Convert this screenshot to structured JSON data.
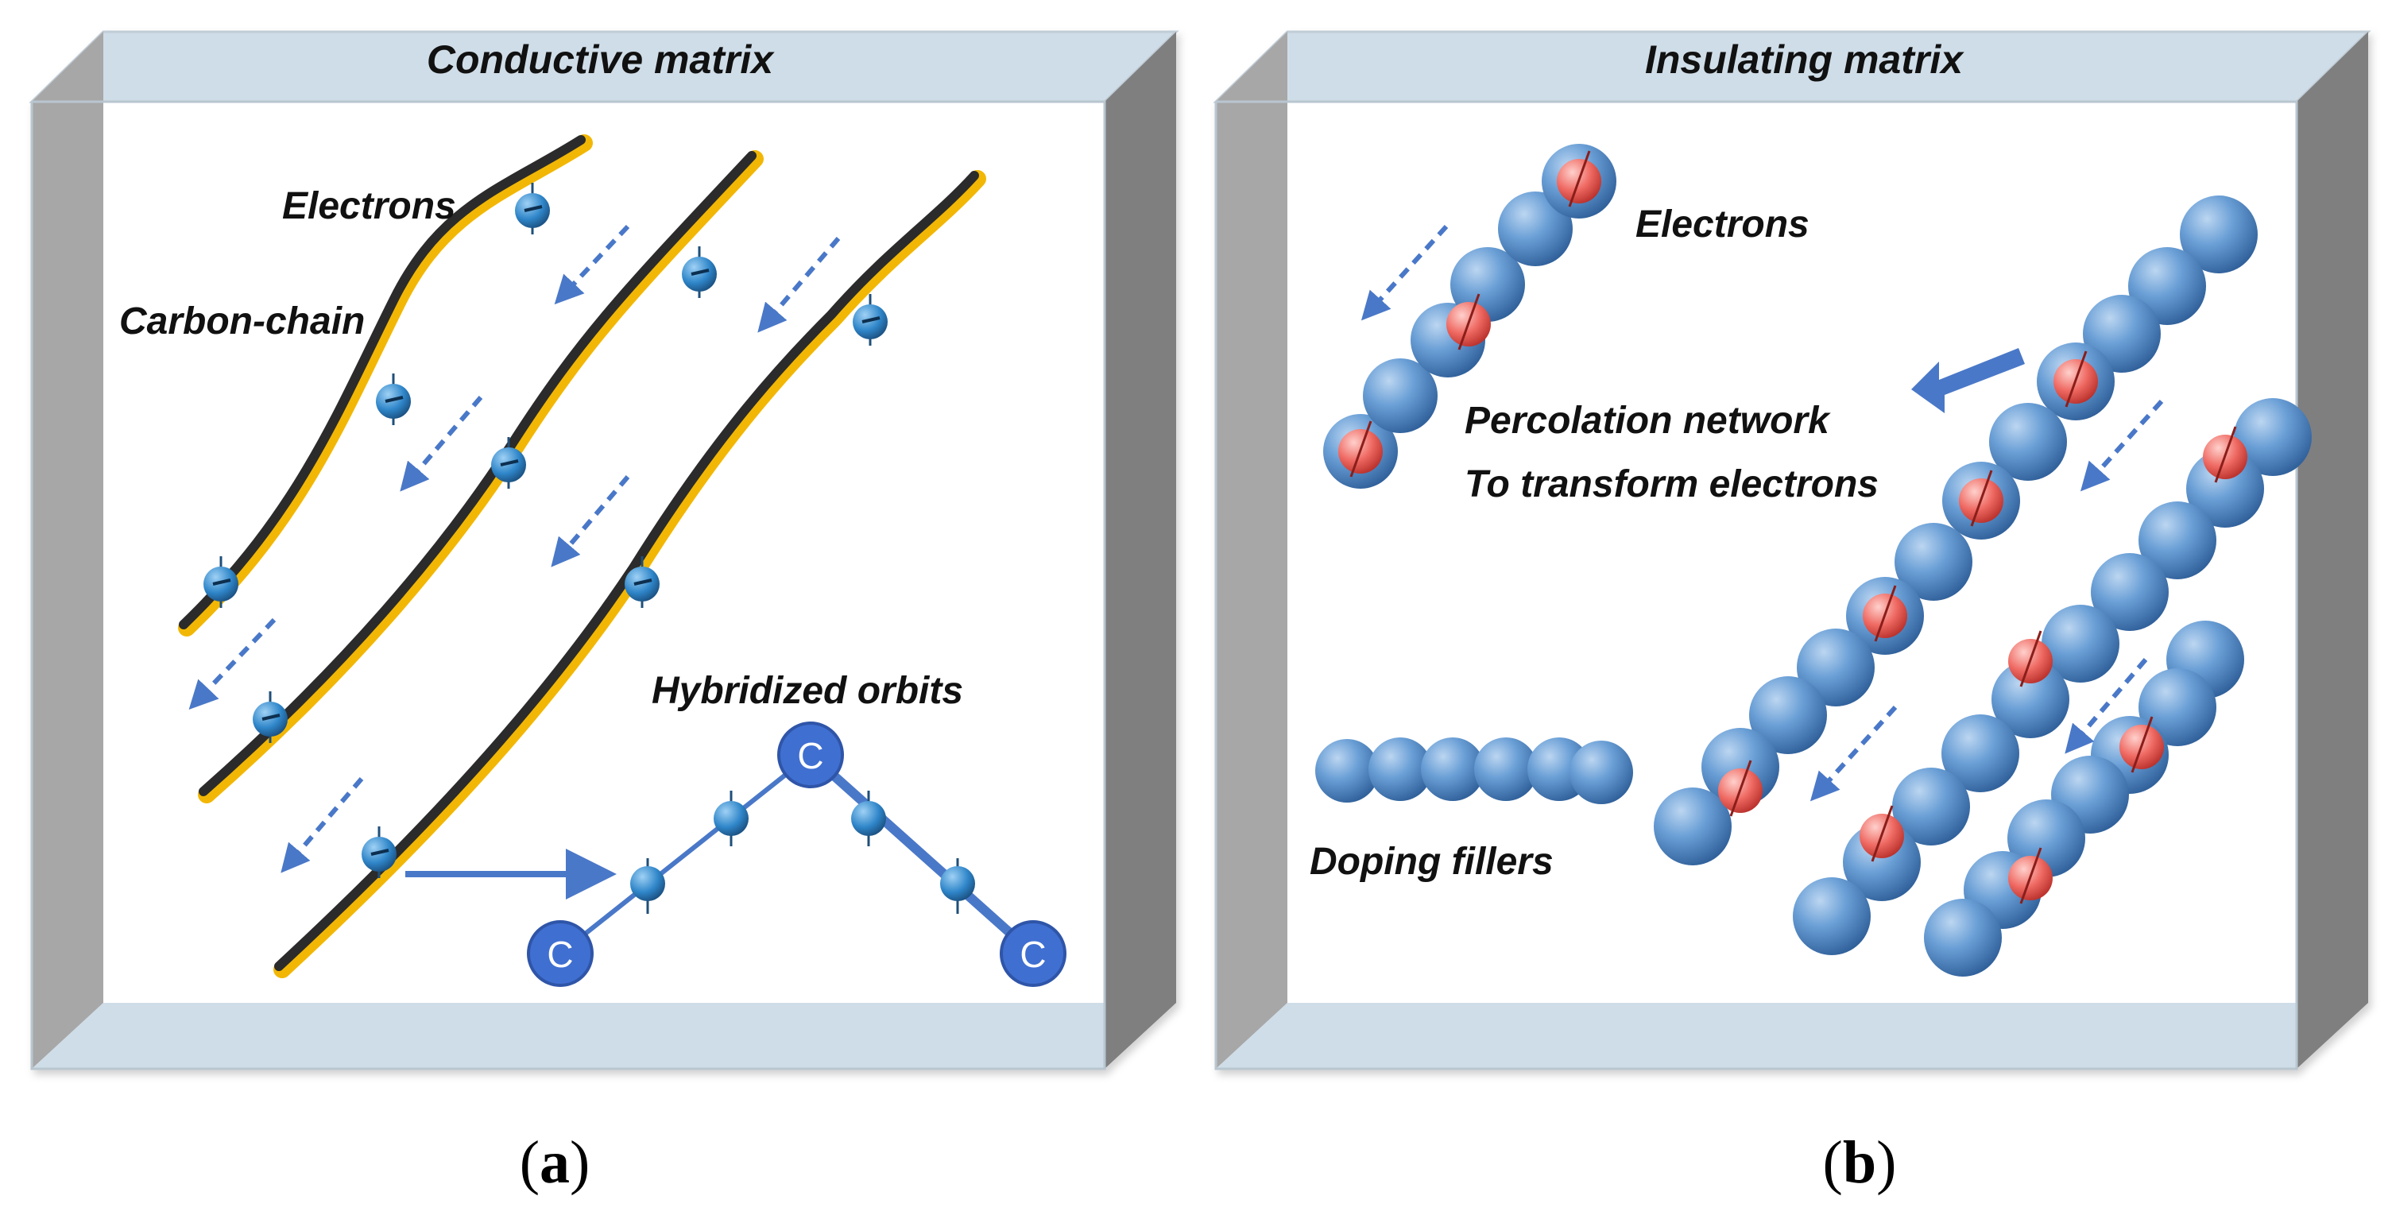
{
  "panel_a": {
    "title": "Conductive matrix",
    "labels": {
      "electrons": "Electrons",
      "carbon_chain": "Carbon-chain",
      "hybridized_orbits": "Hybridized orbits"
    },
    "carbon_symbol": "C",
    "caption_letter": "a"
  },
  "panel_b": {
    "title": "Insulating matrix",
    "labels": {
      "electrons": "Electrons",
      "percolation_line1": "Percolation network",
      "percolation_line2": "To transform electrons",
      "doping_fillers": "Doping fillers"
    },
    "caption_letter": "b"
  },
  "colors": {
    "frame_top": "#d6e4ee",
    "frame_side": "#9a9a9a",
    "chain_dark": "#2b2b2b",
    "chain_gold": "#f2b705",
    "electron_blue": "#2f86c9",
    "arrow_blue": "#4a78c8",
    "sphere_blue": "#5b91cc",
    "electron_red": "#e8504a",
    "carbon_node": "#3f6fd1"
  }
}
